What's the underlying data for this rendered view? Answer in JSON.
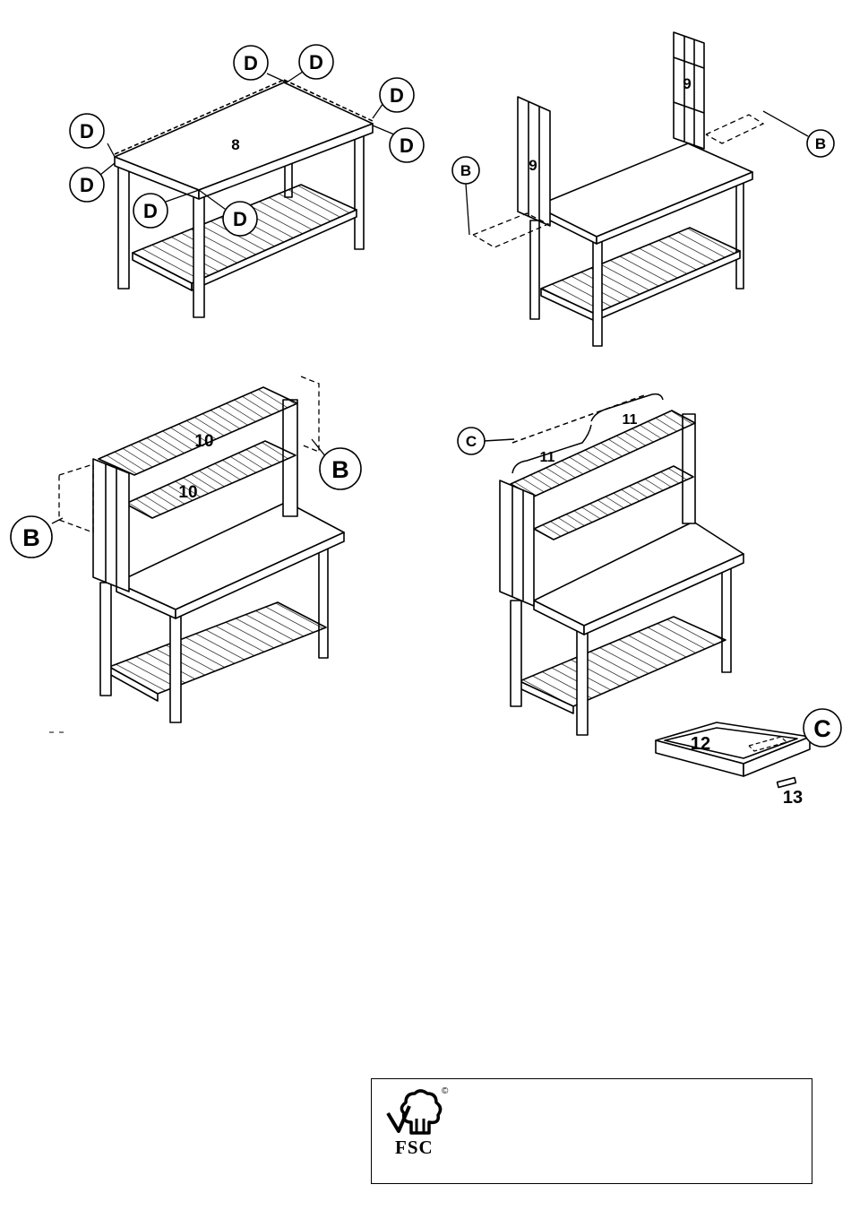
{
  "panels": [
    {
      "callouts": [
        "D",
        "D",
        "D",
        "D",
        "D",
        "D",
        "D",
        "D"
      ],
      "parts": [
        "8"
      ]
    },
    {
      "callouts": [
        "B",
        "B"
      ],
      "parts": [
        "9",
        "9"
      ]
    },
    {
      "callouts": [
        "B",
        "B"
      ],
      "parts": [
        "10",
        "10"
      ]
    },
    {
      "callouts": [
        "C",
        "C"
      ],
      "parts": [
        "11",
        "11",
        "12",
        "13"
      ]
    }
  ],
  "footer": {
    "fsc_label": "FSC",
    "copyright_mark": "©"
  }
}
